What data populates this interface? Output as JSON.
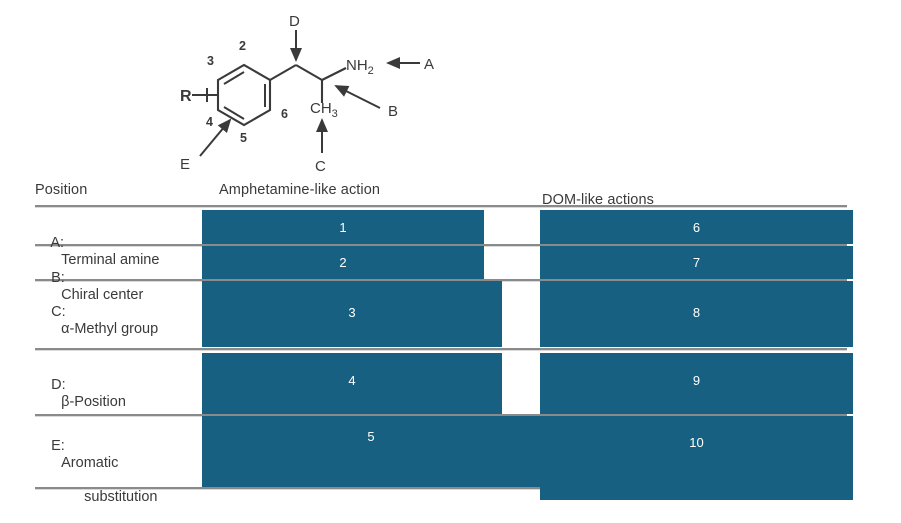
{
  "figure": {
    "title": "amphetamine-backbone-structure",
    "ring_labels": [
      "2",
      "3",
      "4",
      "5",
      "6"
    ],
    "substituent_label": "R",
    "amine_label": "NH",
    "amine_sub": "2",
    "methyl_label": "CH",
    "methyl_sub": "3",
    "callouts": [
      "A",
      "B",
      "C",
      "D",
      "E"
    ]
  },
  "table": {
    "headers": {
      "position": "Position",
      "amphetamine": "Amphetamine-like action",
      "dom": "DOM-like actions"
    },
    "rows": [
      {
        "key": "A",
        "prefix": "A:",
        "label": "Terminal amine",
        "label_line2": "",
        "amphetamine_value": "1",
        "dom_value": "6"
      },
      {
        "key": "B",
        "prefix": "B:",
        "label": "Chiral center",
        "label_line2": "",
        "amphetamine_value": "2",
        "dom_value": "7"
      },
      {
        "key": "C",
        "prefix": "C:",
        "label": "α-Methyl group",
        "label_line2": "",
        "amphetamine_value": "3",
        "dom_value": "8"
      },
      {
        "key": "D",
        "prefix": "D:",
        "label": "β-Position",
        "label_line2": "",
        "amphetamine_value": "4",
        "dom_value": "9"
      },
      {
        "key": "E",
        "prefix": "E:",
        "label": "Aromatic",
        "label_line2": "substitution",
        "amphetamine_value": "5",
        "dom_value": "10"
      }
    ]
  },
  "colors": {
    "bar_blue": "#186081",
    "rule_gray": "#8a8a8a",
    "text_gray": "#3a3a3a",
    "bar_text": "#ffffff"
  },
  "chart_data": {
    "type": "bar",
    "title": "Amphetamine-like action vs DOM-like actions by structural position",
    "categories": [
      "A: Terminal amine",
      "B: Chiral center",
      "C: α-Methyl group",
      "D: β-Position",
      "E: Aromatic substitution"
    ],
    "series": [
      {
        "name": "Amphetamine-like action",
        "values": [
          "1",
          "2",
          "3",
          "4",
          "5"
        ]
      },
      {
        "name": "DOM-like actions",
        "values": [
          "6",
          "7",
          "8",
          "9",
          "10"
        ]
      }
    ],
    "xlabel": "",
    "ylabel": "",
    "legend": "none",
    "grid": false
  }
}
